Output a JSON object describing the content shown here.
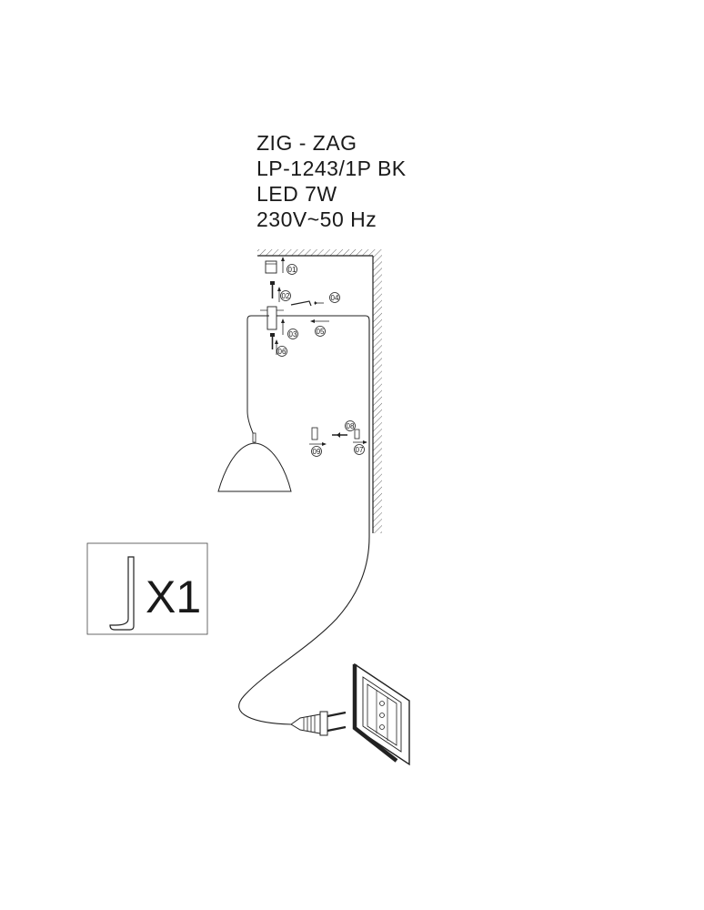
{
  "product": {
    "name": "ZIG - ZAG",
    "model": "LP-1243/1P BK",
    "power": "LED 7W",
    "voltage": "230V~50 Hz"
  },
  "callouts": {
    "c01": "01",
    "c02": "02",
    "c03": "03",
    "c04": "04",
    "c05": "05",
    "c06": "06",
    "c07": "07",
    "c08": "08",
    "c09": "09"
  },
  "hex_key": {
    "quantity": "X1"
  },
  "icons": [
    "hex-key-icon",
    "plug-icon",
    "wall-socket-icon",
    "pendant-shade-icon"
  ]
}
